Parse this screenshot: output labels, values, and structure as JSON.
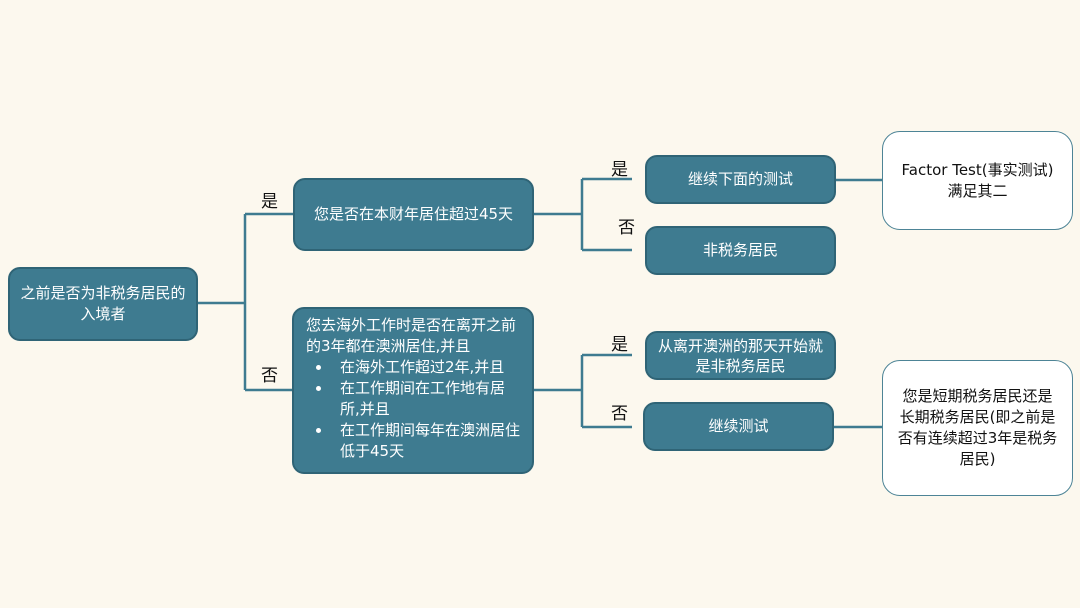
{
  "root": "之前是否为非税务居民的入境者",
  "q1": "您是否在本财年居住超过45天",
  "q2": {
    "intro": "您去海外工作时是否在离开之前的3年都在澳洲居住,并且",
    "bullets": [
      "在海外工作超过2年,并且",
      "在工作期间在工作地有居所,并且",
      "在工作期间每年在澳洲居住低于45天"
    ]
  },
  "q1_yes": "继续下面的测试",
  "q1_no": "非税务居民",
  "q2_yes": "从离开澳洲的那天开始就是非税务居民",
  "q2_no": "继续测试",
  "factor_test": "Factor Test(事实测试)满足其二",
  "short_long": "您是短期税务居民还是长期税务居民(即之前是否有连续超过3年是税务居民)",
  "labels": {
    "yes": "是",
    "no": "否"
  },
  "colors": {
    "node": "#3e7b90",
    "line": "#3e7b90",
    "background": "#fcf8ee"
  }
}
